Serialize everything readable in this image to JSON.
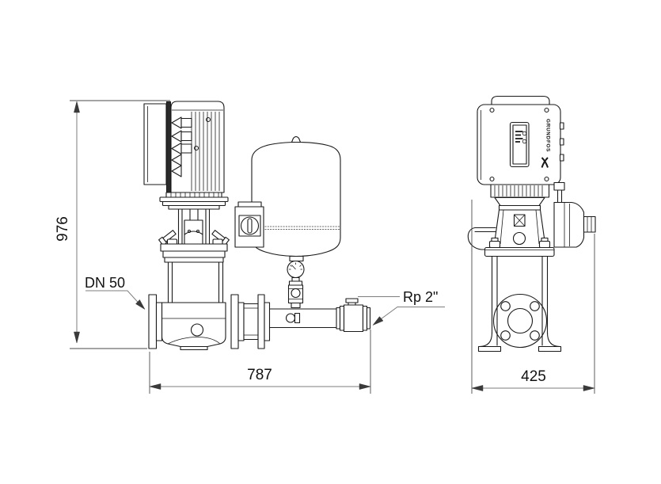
{
  "drawing": {
    "labels": {
      "height_dim": "976",
      "base_width_dim": "787",
      "side_width_dim": "425",
      "inlet": "DN 50",
      "outlet": "Rp 2\""
    },
    "branding": {
      "motor_label": "GRUNDFOS"
    },
    "colors": {
      "line": "#1a1a1a",
      "dimension_line": "#7d7d7d",
      "text": "#111111",
      "background": "#ffffff"
    }
  }
}
